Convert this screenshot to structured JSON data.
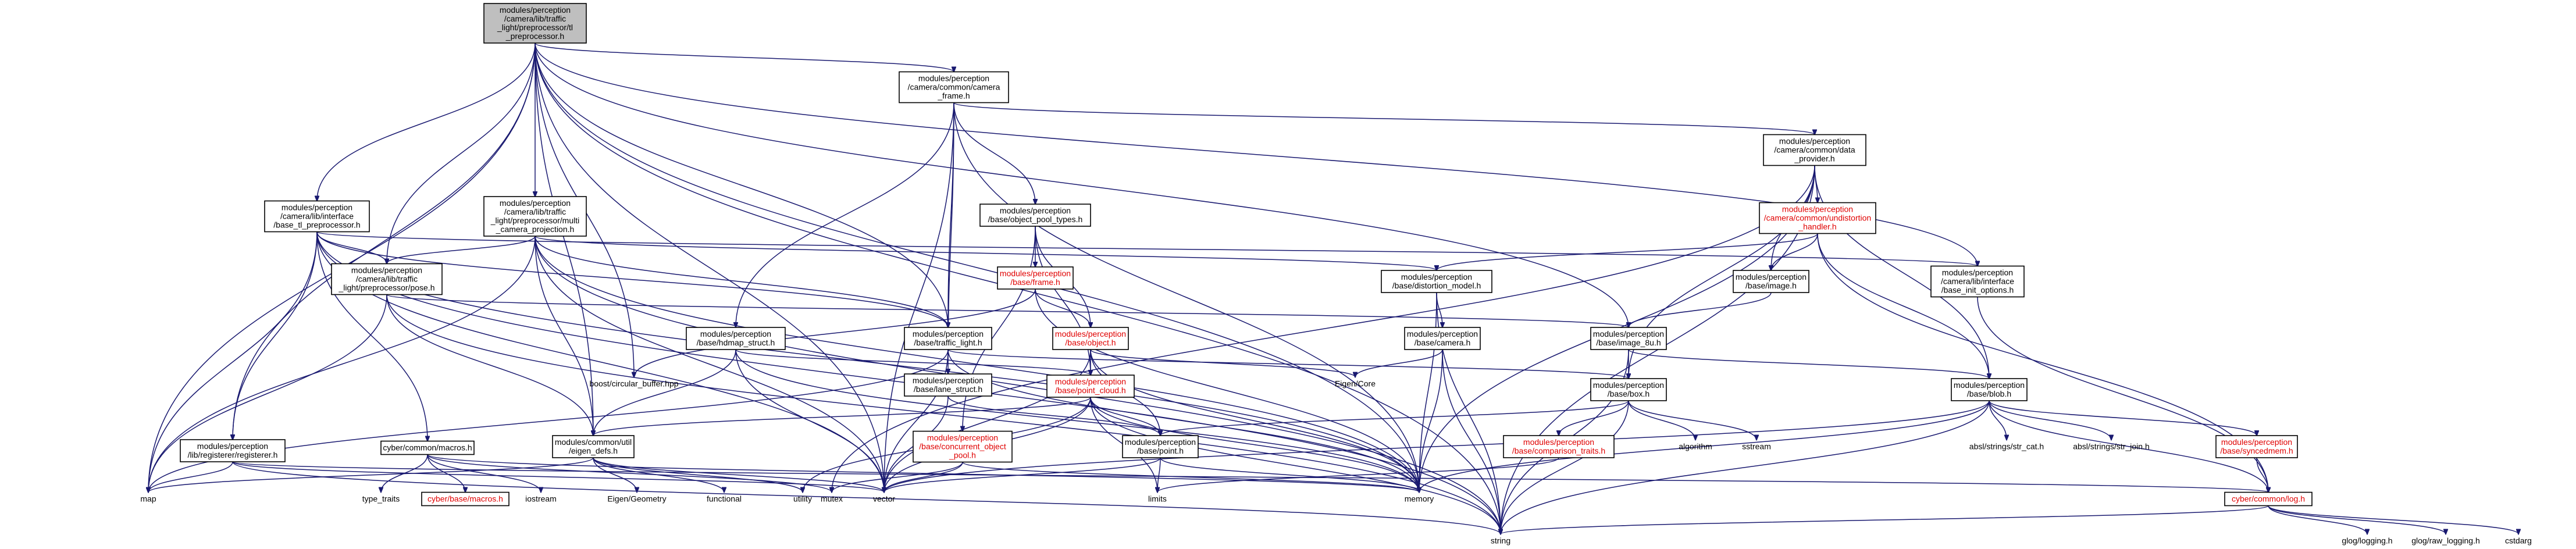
{
  "diagram": {
    "nodes": [
      {
        "id": "root",
        "lines": [
          "modules/perception",
          "/camera/lib/traffic",
          "_light/preprocessor/tl",
          "_preprocessor.h"
        ],
        "kind": "root"
      },
      {
        "id": "camframe",
        "lines": [
          "modules/perception",
          "/camera/common/camera",
          "_frame.h"
        ],
        "kind": "plain"
      },
      {
        "id": "tlpre_iface",
        "lines": [
          "modules/perception",
          "/camera/lib/interface",
          "/base_tl_preprocessor.h"
        ],
        "kind": "plain"
      },
      {
        "id": "multicam",
        "lines": [
          "modules/perception",
          "/camera/lib/traffic",
          "_light/preprocessor/multi",
          "_camera_projection.h"
        ],
        "kind": "plain"
      },
      {
        "id": "objpool",
        "lines": [
          "modules/perception",
          "/base/object_pool_types.h"
        ],
        "kind": "plain"
      },
      {
        "id": "dataprov",
        "lines": [
          "modules/perception",
          "/camera/common/data",
          "_provider.h"
        ],
        "kind": "plain"
      },
      {
        "id": "undist",
        "lines": [
          "modules/perception",
          "/camera/common/undistortion",
          "_handler.h"
        ],
        "kind": "red"
      },
      {
        "id": "pose",
        "lines": [
          "modules/perception",
          "/camera/lib/traffic",
          "_light/preprocessor/pose.h"
        ],
        "kind": "plain"
      },
      {
        "id": "frame",
        "lines": [
          "modules/perception",
          "/base/frame.h"
        ],
        "kind": "red"
      },
      {
        "id": "distmodel",
        "lines": [
          "modules/perception",
          "/base/distortion_model.h"
        ],
        "kind": "plain"
      },
      {
        "id": "imageh",
        "lines": [
          "modules/perception",
          "/base/image.h"
        ],
        "kind": "plain"
      },
      {
        "id": "baseinit",
        "lines": [
          "modules/perception",
          "/camera/lib/interface",
          "/base_init_options.h"
        ],
        "kind": "plain"
      },
      {
        "id": "hdmap",
        "lines": [
          "modules/perception",
          "/base/hdmap_struct.h"
        ],
        "kind": "plain"
      },
      {
        "id": "trafficlight",
        "lines": [
          "modules/perception",
          "/base/traffic_light.h"
        ],
        "kind": "plain"
      },
      {
        "id": "object",
        "lines": [
          "modules/perception",
          "/base/object.h"
        ],
        "kind": "red"
      },
      {
        "id": "camerah",
        "lines": [
          "modules/perception",
          "/base/camera.h"
        ],
        "kind": "plain"
      },
      {
        "id": "image8u",
        "lines": [
          "modules/perception",
          "/base/image_8u.h"
        ],
        "kind": "plain"
      },
      {
        "id": "boostbuf",
        "lines": [
          "boost/circular_buffer.hpp"
        ],
        "kind": "ext"
      },
      {
        "id": "lanestruct",
        "lines": [
          "modules/perception",
          "/base/lane_struct.h"
        ],
        "kind": "plain"
      },
      {
        "id": "pointcloud",
        "lines": [
          "modules/perception",
          "/base/point_cloud.h"
        ],
        "kind": "red"
      },
      {
        "id": "eigencore",
        "lines": [
          "Eigen/Core"
        ],
        "kind": "ext"
      },
      {
        "id": "boxh",
        "lines": [
          "modules/perception",
          "/base/box.h"
        ],
        "kind": "plain"
      },
      {
        "id": "blobh",
        "lines": [
          "modules/perception",
          "/base/blob.h"
        ],
        "kind": "plain"
      },
      {
        "id": "macros",
        "lines": [
          "cyber/common/macros.h"
        ],
        "kind": "plain"
      },
      {
        "id": "eigendefs",
        "lines": [
          "modules/common/util",
          "/eigen_defs.h"
        ],
        "kind": "plain"
      },
      {
        "id": "concpool",
        "lines": [
          "modules/perception",
          "/base/concurrent_object",
          "_pool.h"
        ],
        "kind": "red"
      },
      {
        "id": "pointh",
        "lines": [
          "modules/perception",
          "/base/point.h"
        ],
        "kind": "plain"
      },
      {
        "id": "comptraits",
        "lines": [
          "modules/perception",
          "/base/comparison_traits.h"
        ],
        "kind": "red"
      },
      {
        "id": "algorithm",
        "lines": [
          "algorithm"
        ],
        "kind": "ext"
      },
      {
        "id": "sstream",
        "lines": [
          "sstream"
        ],
        "kind": "ext"
      },
      {
        "id": "abscat",
        "lines": [
          "absl/strings/str_cat.h"
        ],
        "kind": "ext"
      },
      {
        "id": "absjoin",
        "lines": [
          "absl/strings/str_join.h"
        ],
        "kind": "ext"
      },
      {
        "id": "syncedmem",
        "lines": [
          "modules/perception",
          "/base/syncedmem.h"
        ],
        "kind": "red"
      },
      {
        "id": "registerer",
        "lines": [
          "modules/perception",
          "/lib/registerer/registerer.h"
        ],
        "kind": "plain"
      },
      {
        "id": "typetraits",
        "lines": [
          "type_traits"
        ],
        "kind": "ext"
      },
      {
        "id": "cybermacros",
        "lines": [
          "cyber/base/macros.h"
        ],
        "kind": "red"
      },
      {
        "id": "iostream",
        "lines": [
          "iostream"
        ],
        "kind": "ext"
      },
      {
        "id": "eigengeom",
        "lines": [
          "Eigen/Geometry"
        ],
        "kind": "ext"
      },
      {
        "id": "functional",
        "lines": [
          "functional"
        ],
        "kind": "ext"
      },
      {
        "id": "utility",
        "lines": [
          "utility"
        ],
        "kind": "ext"
      },
      {
        "id": "mutex",
        "lines": [
          "mutex"
        ],
        "kind": "ext"
      },
      {
        "id": "vector",
        "lines": [
          "vector"
        ],
        "kind": "ext"
      },
      {
        "id": "limits",
        "lines": [
          "limits"
        ],
        "kind": "ext"
      },
      {
        "id": "memory",
        "lines": [
          "memory"
        ],
        "kind": "ext"
      },
      {
        "id": "map",
        "lines": [
          "map"
        ],
        "kind": "ext"
      },
      {
        "id": "cyberlog",
        "lines": [
          "cyber/common/log.h"
        ],
        "kind": "red"
      },
      {
        "id": "string",
        "lines": [
          "string"
        ],
        "kind": "ext"
      },
      {
        "id": "glog",
        "lines": [
          "glog/logging.h"
        ],
        "kind": "ext"
      },
      {
        "id": "glograw",
        "lines": [
          "glog/raw_logging.h"
        ],
        "kind": "ext"
      },
      {
        "id": "cstdarg",
        "lines": [
          "cstdarg"
        ],
        "kind": "ext"
      }
    ],
    "edges": [
      [
        "root",
        "camframe"
      ],
      [
        "root",
        "tlpre_iface"
      ],
      [
        "root",
        "multicam"
      ],
      [
        "root",
        "pose"
      ],
      [
        "root",
        "trafficlight"
      ],
      [
        "root",
        "image8u"
      ],
      [
        "root",
        "baseinit"
      ],
      [
        "root",
        "boostbuf"
      ],
      [
        "root",
        "registerer"
      ],
      [
        "root",
        "eigendefs"
      ],
      [
        "root",
        "map"
      ],
      [
        "root",
        "string"
      ],
      [
        "root",
        "vector"
      ],
      [
        "root",
        "memory"
      ],
      [
        "camframe",
        "objpool"
      ],
      [
        "camframe",
        "dataprov"
      ],
      [
        "camframe",
        "hdmap"
      ],
      [
        "camframe",
        "trafficlight"
      ],
      [
        "camframe",
        "lanestruct"
      ],
      [
        "camframe",
        "vector"
      ],
      [
        "camframe",
        "memory"
      ],
      [
        "tlpre_iface",
        "pose"
      ],
      [
        "tlpre_iface",
        "trafficlight"
      ],
      [
        "tlpre_iface",
        "baseinit"
      ],
      [
        "tlpre_iface",
        "registerer"
      ],
      [
        "tlpre_iface",
        "macros"
      ],
      [
        "tlpre_iface",
        "map"
      ],
      [
        "tlpre_iface",
        "string"
      ],
      [
        "tlpre_iface",
        "vector"
      ],
      [
        "tlpre_iface",
        "memory"
      ],
      [
        "multicam",
        "pose"
      ],
      [
        "multicam",
        "trafficlight"
      ],
      [
        "multicam",
        "distmodel"
      ],
      [
        "multicam",
        "eigendefs"
      ],
      [
        "multicam",
        "map"
      ],
      [
        "multicam",
        "string"
      ],
      [
        "multicam",
        "vector"
      ],
      [
        "multicam",
        "memory"
      ],
      [
        "objpool",
        "frame"
      ],
      [
        "objpool",
        "object"
      ],
      [
        "objpool",
        "concpool"
      ],
      [
        "objpool",
        "pointcloud"
      ],
      [
        "dataprov",
        "undist"
      ],
      [
        "dataprov",
        "imageh"
      ],
      [
        "dataprov",
        "boxh"
      ],
      [
        "dataprov",
        "blobh"
      ],
      [
        "dataprov",
        "mutex"
      ],
      [
        "dataprov",
        "memory"
      ],
      [
        "dataprov",
        "string"
      ],
      [
        "undist",
        "distmodel"
      ],
      [
        "undist",
        "imageh"
      ],
      [
        "undist",
        "blobh"
      ],
      [
        "undist",
        "cyberlog"
      ],
      [
        "pose",
        "image8u"
      ],
      [
        "pose",
        "eigendefs"
      ],
      [
        "pose",
        "string"
      ],
      [
        "pose",
        "map"
      ],
      [
        "frame",
        "object"
      ],
      [
        "frame",
        "memory"
      ],
      [
        "frame",
        "boostbuf"
      ],
      [
        "distmodel",
        "camerah"
      ],
      [
        "distmodel",
        "memory"
      ],
      [
        "distmodel",
        "string"
      ],
      [
        "imageh",
        "image8u"
      ],
      [
        "baseinit",
        "cyberlog"
      ],
      [
        "hdmap",
        "eigendefs"
      ],
      [
        "hdmap",
        "vector"
      ],
      [
        "hdmap",
        "memory"
      ],
      [
        "hdmap",
        "pointcloud"
      ],
      [
        "trafficlight",
        "boxh"
      ],
      [
        "trafficlight",
        "vector"
      ],
      [
        "trafficlight",
        "memory"
      ],
      [
        "trafficlight",
        "map"
      ],
      [
        "object",
        "pointcloud"
      ],
      [
        "object",
        "eigencore"
      ],
      [
        "object",
        "pointh"
      ],
      [
        "object",
        "vector"
      ],
      [
        "object",
        "memory"
      ],
      [
        "camerah",
        "eigencore"
      ],
      [
        "camerah",
        "memory"
      ],
      [
        "camerah",
        "string"
      ],
      [
        "image8u",
        "boxh"
      ],
      [
        "image8u",
        "blobh"
      ],
      [
        "image8u",
        "string"
      ],
      [
        "lanestruct",
        "pointh"
      ],
      [
        "lanestruct",
        "vector"
      ],
      [
        "pointcloud",
        "pointh"
      ],
      [
        "pointcloud",
        "eigendefs"
      ],
      [
        "pointcloud",
        "vector"
      ],
      [
        "pointcloud",
        "memory"
      ],
      [
        "pointcloud",
        "limits"
      ],
      [
        "pointcloud",
        "utility"
      ],
      [
        "pointcloud",
        "string"
      ],
      [
        "boxh",
        "comptraits"
      ],
      [
        "boxh",
        "pointh"
      ],
      [
        "boxh",
        "algorithm"
      ],
      [
        "boxh",
        "sstream"
      ],
      [
        "boxh",
        "string"
      ],
      [
        "blobh",
        "abscat"
      ],
      [
        "blobh",
        "absjoin"
      ],
      [
        "blobh",
        "syncedmem"
      ],
      [
        "blobh",
        "cyberlog"
      ],
      [
        "blobh",
        "vector"
      ],
      [
        "blobh",
        "memory"
      ],
      [
        "blobh",
        "string"
      ],
      [
        "macros",
        "typetraits"
      ],
      [
        "macros",
        "cybermacros"
      ],
      [
        "macros",
        "iostream"
      ],
      [
        "macros",
        "memory"
      ],
      [
        "macros",
        "mutex"
      ],
      [
        "eigendefs",
        "eigengeom"
      ],
      [
        "eigendefs",
        "functional"
      ],
      [
        "eigendefs",
        "utility"
      ],
      [
        "eigendefs",
        "map"
      ],
      [
        "eigendefs",
        "vector"
      ],
      [
        "concpool",
        "vector"
      ],
      [
        "concpool",
        "memory"
      ],
      [
        "concpool",
        "mutex"
      ],
      [
        "pointh",
        "vector"
      ],
      [
        "pointh",
        "memory"
      ],
      [
        "pointh",
        "limits"
      ],
      [
        "comptraits",
        "limits"
      ],
      [
        "syncedmem",
        "cyberlog"
      ],
      [
        "registerer",
        "map"
      ],
      [
        "registerer",
        "string"
      ],
      [
        "registerer",
        "vector"
      ],
      [
        "registerer",
        "cyberlog"
      ],
      [
        "cyberlog",
        "glog"
      ],
      [
        "cyberlog",
        "glograw"
      ],
      [
        "cyberlog",
        "cstdarg"
      ],
      [
        "cyberlog",
        "string"
      ]
    ]
  }
}
